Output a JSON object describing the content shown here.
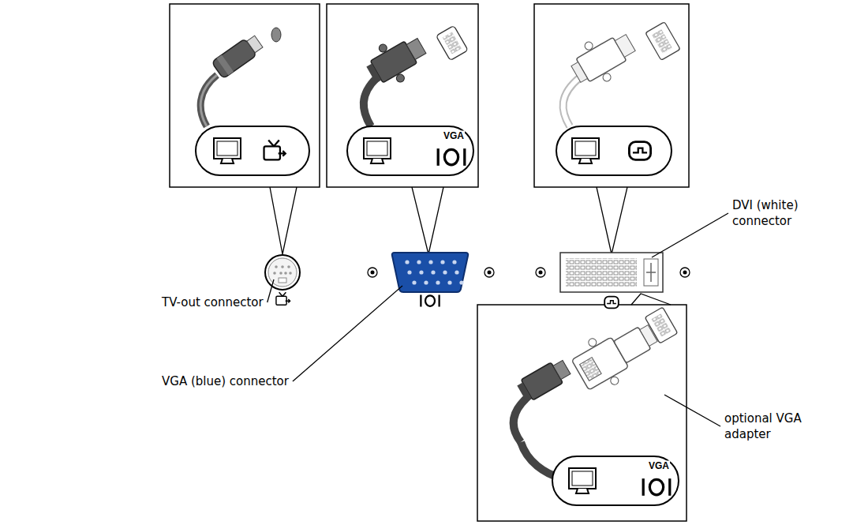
{
  "diagram": {
    "labels": [
      "VGA",
      "DVI (white) connector",
      "TV-out connector",
      "VGA (blue) connector",
      "optional VGA adapter",
      "VGA"
    ]
  }
}
